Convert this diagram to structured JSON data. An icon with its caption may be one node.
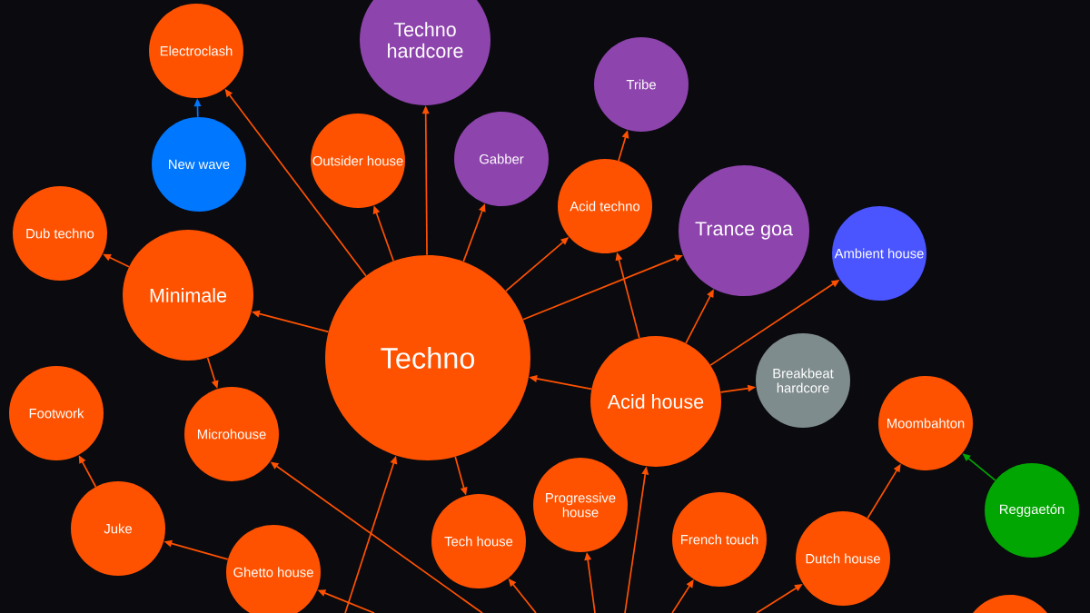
{
  "diagram": {
    "nodes": [
      {
        "text": [
          "Electroclash"
        ]
      },
      {
        "text": [
          "Techno hardcore"
        ]
      },
      {
        "text": [
          "Tribe"
        ]
      },
      {
        "text": [
          "New wave"
        ]
      },
      {
        "text": [
          "Outsider house"
        ]
      },
      {
        "text": [
          "Gabber"
        ]
      },
      {
        "text": [
          "Acid techno"
        ]
      },
      {
        "text": [
          "Trance goa"
        ]
      },
      {
        "text": [
          "Dub techno"
        ]
      },
      {
        "text": [
          "Ambient house"
        ]
      },
      {
        "text": [
          "Minimale"
        ]
      },
      {
        "text": [
          "Techno"
        ]
      },
      {
        "text": [
          "Acid house"
        ]
      },
      {
        "text": [
          "Breakbeat hardcore"
        ]
      },
      {
        "text": [
          "Footwork"
        ]
      },
      {
        "text": [
          "Moombahton"
        ]
      },
      {
        "text": [
          "Microhouse"
        ]
      },
      {
        "text": [
          "Progressive house"
        ]
      },
      {
        "text": [
          "Reggaetón"
        ]
      },
      {
        "text": [
          "Juke"
        ]
      },
      {
        "text": [
          "French touch"
        ]
      },
      {
        "text": [
          "Tech house"
        ]
      },
      {
        "text": [
          "Dutch house"
        ]
      },
      {
        "text": [
          "Ghetto house"
        ]
      },
      {
        "text": [],
        "shape": "circle"
      }
    ],
    "edges": [
      {
        "from": 3,
        "to": 0,
        "arrow": "to",
        "color": "#0077ff"
      },
      {
        "from": 11,
        "to": 0,
        "arrow": "to"
      },
      {
        "from": 11,
        "to": 4,
        "arrow": "to"
      },
      {
        "from": 11,
        "to": 1,
        "arrow": "to"
      },
      {
        "from": 11,
        "to": 5,
        "arrow": "to"
      },
      {
        "from": 11,
        "to": 6,
        "arrow": "to"
      },
      {
        "from": 11,
        "to": 7,
        "arrow": "to"
      },
      {
        "from": 6,
        "to": 2,
        "arrow": "to"
      },
      {
        "from": 12,
        "to": 6,
        "arrow": "to"
      },
      {
        "from": 12,
        "to": 7,
        "arrow": "to"
      },
      {
        "from": 12,
        "to": 9,
        "arrow": "to"
      },
      {
        "from": 12,
        "to": 11,
        "arrow": "to"
      },
      {
        "from": 12,
        "to": 13,
        "arrow": "to"
      },
      {
        "from": 10,
        "to": 8,
        "arrow": "to"
      },
      {
        "from": 11,
        "to": 10,
        "arrow": "to"
      },
      {
        "from": 10,
        "to": 16,
        "arrow": "to"
      },
      {
        "from": 19,
        "to": 14,
        "arrow": "to"
      },
      {
        "from": 23,
        "to": 19,
        "arrow": "to"
      },
      {
        "from": 11,
        "to": 21,
        "arrow": "to"
      },
      {
        "from": 22,
        "to": 15,
        "arrow": "to"
      },
      {
        "from": 18,
        "to": 15,
        "arrow": "to",
        "color": "#02a602"
      },
      {
        "from": null,
        "to": 11,
        "arrow": "to"
      },
      {
        "from": null,
        "to": 16,
        "arrow": "to"
      },
      {
        "from": null,
        "to": 23,
        "arrow": "to"
      },
      {
        "from": null,
        "to": 21,
        "arrow": "to"
      },
      {
        "from": null,
        "to": 17,
        "arrow": "to"
      },
      {
        "from": null,
        "to": 12,
        "arrow": "to"
      },
      {
        "from": null,
        "to": 20,
        "arrow": "to"
      },
      {
        "from": null,
        "to": 22,
        "arrow": "to"
      }
    ]
  }
}
